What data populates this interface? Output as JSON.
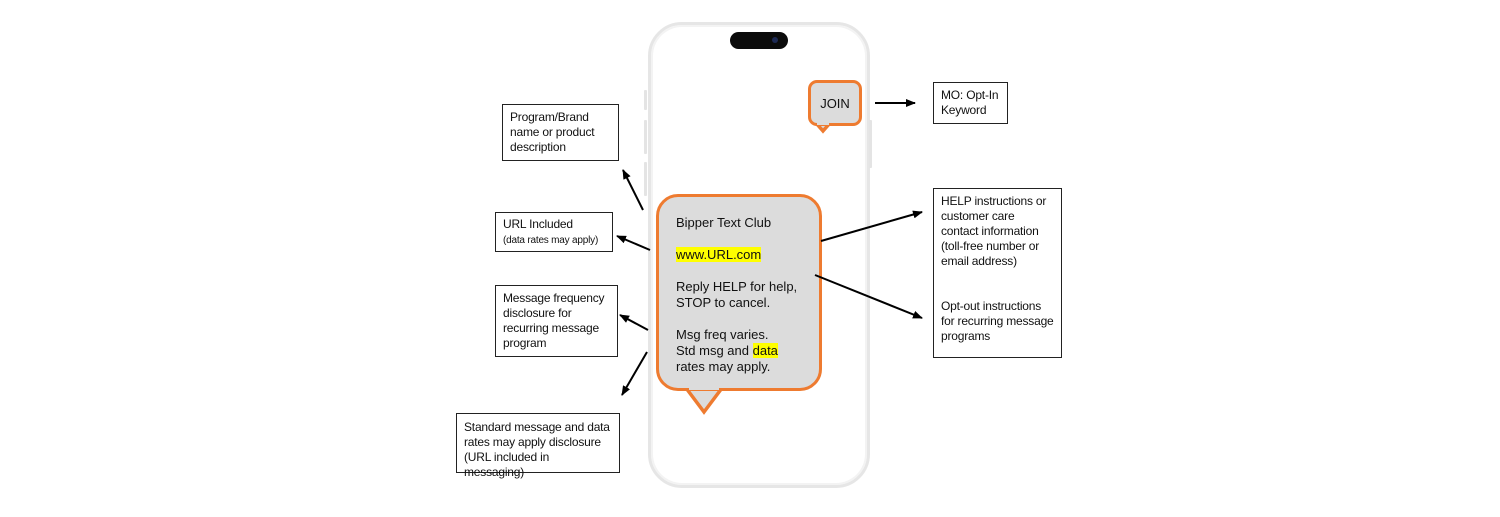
{
  "phone": {
    "opt_in_bubble": {
      "text": "JOIN"
    },
    "message_bubble": {
      "brand": "Bipper Text Club",
      "url": "www.URL.com",
      "help_line1": "Reply HELP for help,",
      "help_line2": "STOP to cancel.",
      "freq_line": "Msg freq varies.",
      "rates_prefix": "Std msg and ",
      "rates_highlight": "data",
      "rates_suffix": "rates may apply."
    }
  },
  "labels": {
    "opt_in_keyword": "MO: Opt-In Keyword",
    "brand_name": "Program/Brand name or product description",
    "url_included": "URL Included",
    "url_note": "(data rates may apply)",
    "message_frequency": "Message frequency disclosure for recurring message program",
    "standard_rates": "Standard message and data rates may apply disclosure (URL included in messaging)",
    "help_instructions": "HELP instructions or customer care contact information (toll-free number or email address)",
    "opt_out_instructions": "Opt-out instructions for recurring message programs"
  },
  "colors": {
    "bubble_border": "#ee7b30",
    "bubble_fill": "#dcdcdc",
    "highlight": "#ffff00"
  }
}
